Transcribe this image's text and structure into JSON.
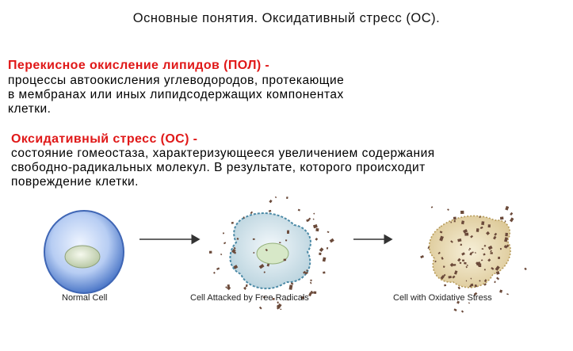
{
  "title": "Основные понятия.  Оксидативный стресс (ОС).",
  "sections": [
    {
      "term": "Перекисное окисление липидов (ПОЛ) -",
      "lines": [
        "процессы автоокисления углеводородов, протекающие",
        "в мембранах или иных липидсодержащих компонентах",
        "клетки."
      ]
    },
    {
      "term": "Оксидативный стресс (ОС) -",
      "lines": [
        "состояние гомеостаза, характеризующееся увеличением содержания",
        "свободно-радикальных молекул. В результате,  которого происходит",
        "повреждение клетки."
      ]
    }
  ],
  "figure": {
    "captions": [
      "Normal Cell",
      "Cell Attacked by Free Radicals",
      "Cell with Oxidative Stress"
    ],
    "colors": {
      "normal_cell": "#8fb0e8",
      "nucleus": "#e4ecd6",
      "attacked_cell": "#cfe3ec",
      "stressed_cell": "#e9dcb6",
      "radicals": "#6b4a3a",
      "arrow": "#333333"
    }
  }
}
